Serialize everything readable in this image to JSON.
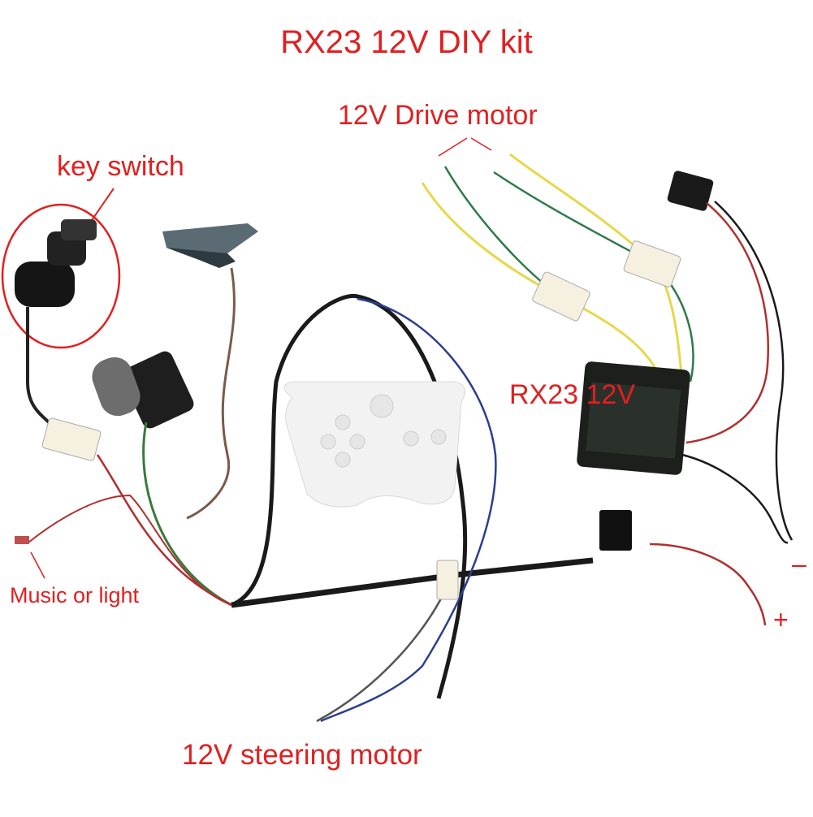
{
  "labels": {
    "title": "RX23 12V DIY kit",
    "drive_motor": "12V Drive motor",
    "key_switch": "key switch",
    "controller": "RX23 12V",
    "music_light": "Music or light",
    "steering_motor": "12V steering motor",
    "minus": "–",
    "plus": "+"
  },
  "colors": {
    "label_red": "#e02020",
    "wire_black": "#1a1a1a",
    "wire_yellow": "#e6d84a",
    "wire_green": "#2f7a4a",
    "wire_red": "#b03030",
    "wire_blue": "#2b3f8f",
    "remote_white": "#f2f2f2"
  }
}
